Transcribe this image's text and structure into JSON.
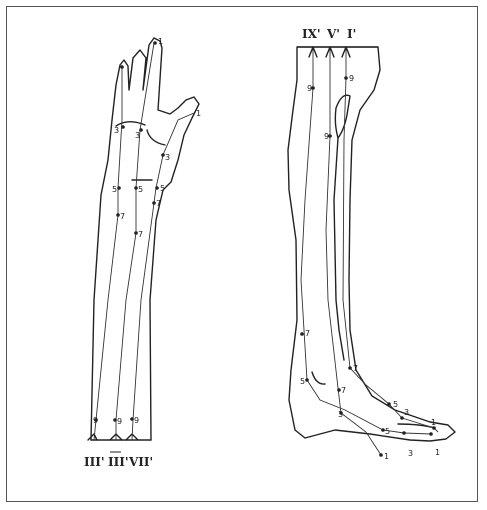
{
  "arm": {
    "channels": [
      "III'",
      "III'",
      "VII'"
    ],
    "points": [
      "3",
      "3",
      "3",
      "5",
      "5",
      "5",
      "7",
      "7",
      "7",
      "9",
      "9",
      "9",
      "1",
      "1"
    ]
  },
  "leg": {
    "channels": [
      "IX'",
      "V'",
      "I'"
    ],
    "points": [
      "9",
      "9",
      "9",
      "7",
      "7",
      "7",
      "5",
      "5",
      "5",
      "3",
      "3",
      "3",
      "1",
      "1",
      "1"
    ]
  }
}
